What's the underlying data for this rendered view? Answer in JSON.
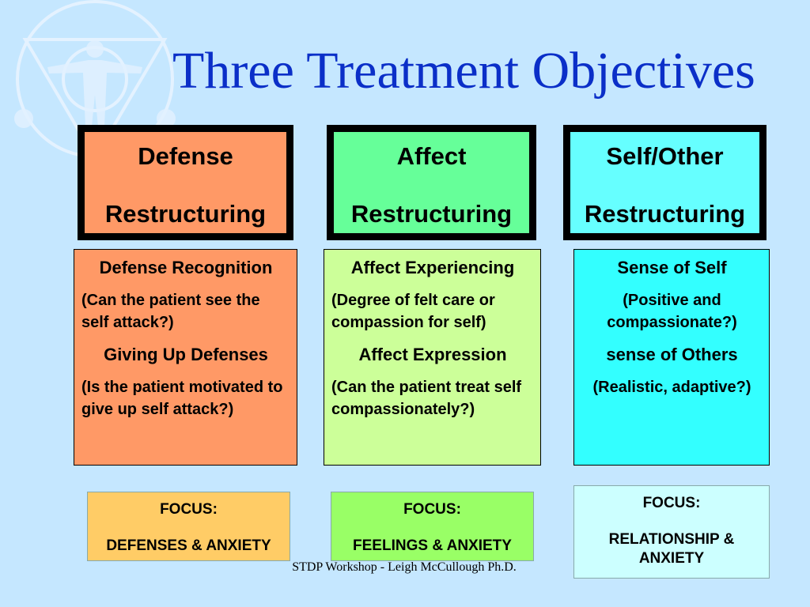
{
  "slide": {
    "title": "Three Treatment Objectives",
    "credit": "STDP Workshop - Leigh McCullough Ph.D."
  },
  "columns": [
    {
      "header": [
        "Defense",
        "Restructuring"
      ],
      "detail": {
        "heading1": "Defense Recognition",
        "text1": "(Can the patient see the self attack?)",
        "heading2": "Giving Up Defenses",
        "text2": "(Is the patient motivated to give up self attack?)"
      },
      "focus": [
        "FOCUS:",
        "DEFENSES & ANXIETY"
      ]
    },
    {
      "header": [
        "Affect",
        "Restructuring"
      ],
      "detail": {
        "heading1": "Affect Experiencing",
        "text1": "(Degree of felt care or compassion for self)",
        "heading2": "Affect Expression",
        "text2": "(Can the patient treat self compassionately?)"
      },
      "focus": [
        "FOCUS:",
        "FEELINGS & ANXIETY"
      ]
    },
    {
      "header": [
        "Self/Other",
        "Restructuring"
      ],
      "detail": {
        "heading1": "Sense of Self",
        "text1": "(Positive and compassionate?)",
        "heading2": "sense of Others",
        "text2": "(Realistic, adaptive?)"
      },
      "focus": [
        "FOCUS:",
        "RELATIONSHIP & ANXIETY"
      ]
    }
  ],
  "colors": {
    "background": "#c5e7ff",
    "title": "#0b2fc8",
    "defense_header": "#ff9966",
    "defense_detail": "#ff9966",
    "defense_focus": "#ffcc66",
    "affect_header": "#66ff99",
    "affect_detail": "#ccff99",
    "affect_focus": "#99ff66",
    "self_header": "#66ffff",
    "self_detail": "#33ffff",
    "self_focus": "#ccffff"
  },
  "logo": {
    "icon": "stdp-triangle-figure-logo"
  }
}
